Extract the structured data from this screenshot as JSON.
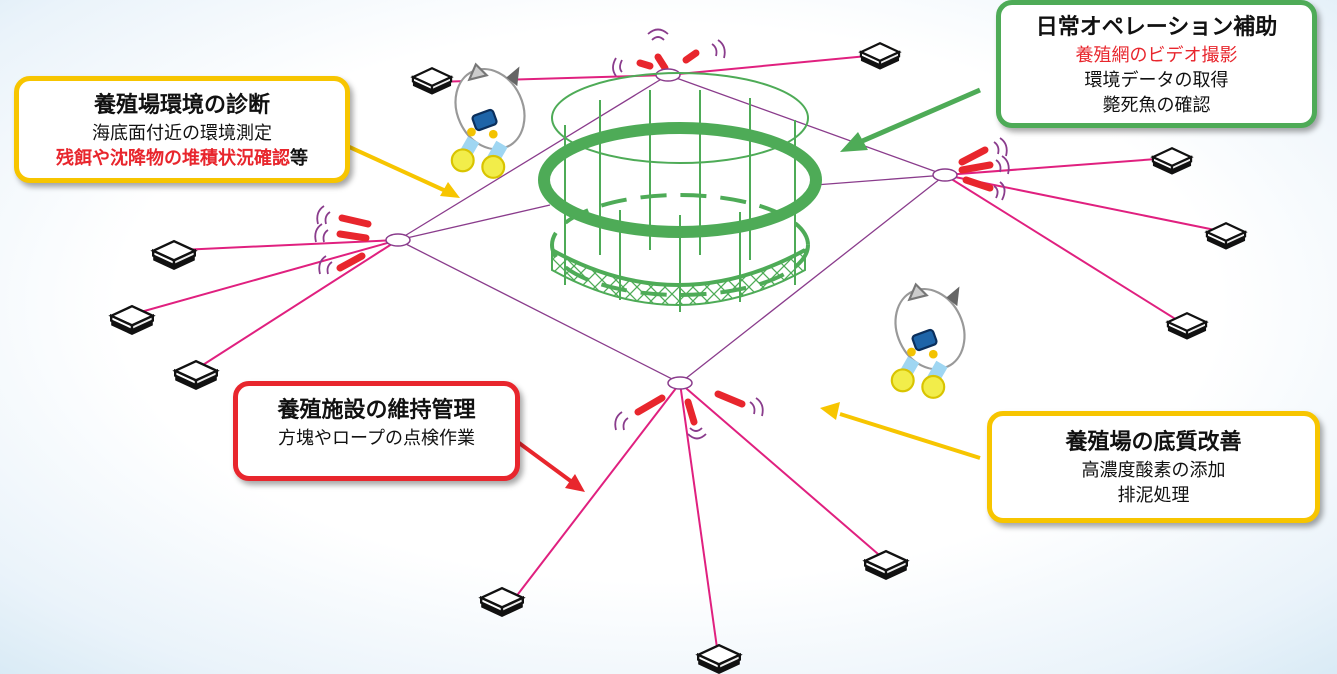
{
  "colors": {
    "accent_yellow": "#f7c500",
    "accent_green": "#4eab57",
    "accent_red": "#e8262d",
    "rope_pink": "#e0207f",
    "frame_purple": "#8a3c8c",
    "buoy_red": "#e8262d",
    "background_blue": "#d8eaf5"
  },
  "boxes": {
    "env_diagnosis": {
      "title": "養殖場環境の診断",
      "line1": "海底面付近の環境測定",
      "line2_red": "残餌や沈降物の堆積状況確認",
      "line2_suffix": "等"
    },
    "daily_ops": {
      "title": "日常オペレーション補助",
      "line1_red": "養殖網のビデオ撮影",
      "line2": "環境データの取得",
      "line3": "斃死魚の確認"
    },
    "facility": {
      "title": "養殖施設の維持管理",
      "line1": "方塊やロープの点検作業"
    },
    "bottom_quality": {
      "title": "養殖場の底質改善",
      "line1": "高濃度酸素の添加",
      "line2": "排泥処理"
    }
  },
  "icons": {
    "drone": "underwater-drone-icon",
    "anchor_block": "anchor-block-icon",
    "buoy": "float-buoy-icon",
    "sonar": "signal-wave-icon",
    "fish_cage": "fish-cage-icon"
  }
}
